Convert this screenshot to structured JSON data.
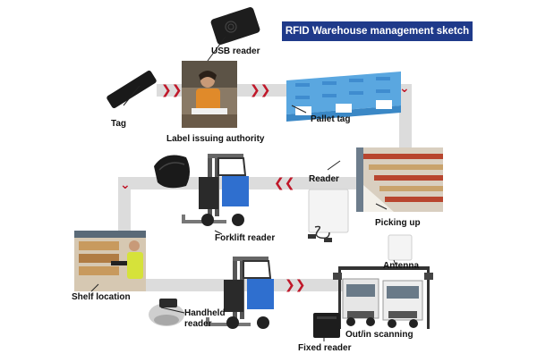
{
  "title": "RFID Warehouse management sketch",
  "colors": {
    "title_bg": "#1f3a8a",
    "path": "#dcdcdc",
    "chevron": "#c0182a",
    "forklift_body": "#2f6fcf",
    "pallet": "#5aa7e0"
  },
  "nodes": {
    "usb_reader": "USB reader",
    "tag": "Tag",
    "label_issuing": "Label issuing authority",
    "pallet_tag": "Pallet tag",
    "reader": "Reader",
    "picking_up": "Picking up",
    "forklift_reader": "Forklift reader",
    "shelf_location": "Shelf location",
    "handheld_reader_line1": "Handheld",
    "handheld_reader_line2": "reader",
    "antenna": "Antenna",
    "out_in_scanning": "Out/in scanning",
    "fixed_reader": "Fixed reader"
  }
}
